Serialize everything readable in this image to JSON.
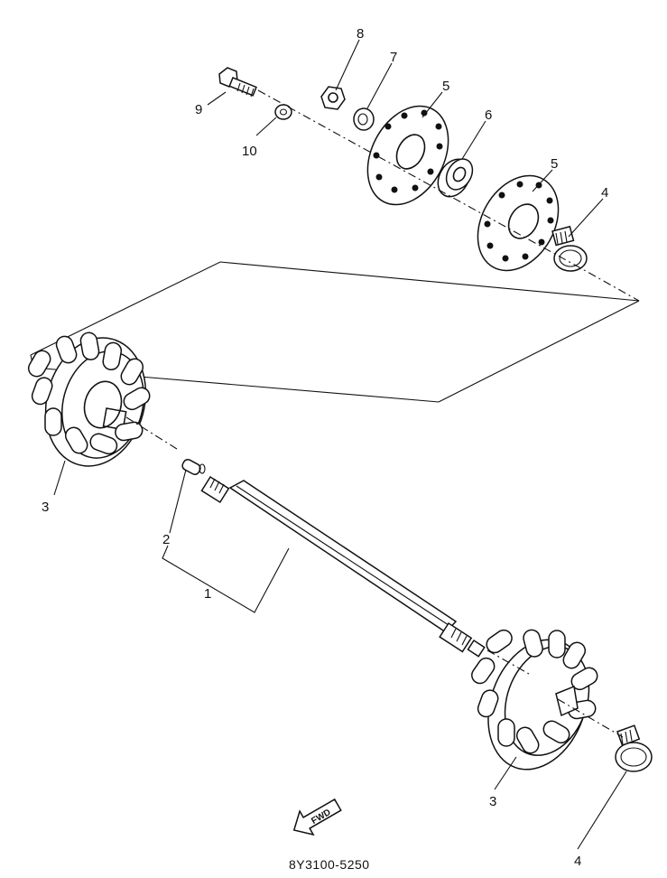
{
  "callouts": {
    "n1": "1",
    "n2": "2",
    "n3a": "3",
    "n3b": "3",
    "n4a": "4",
    "n4b": "4",
    "n5a": "5",
    "n5b": "5",
    "n6": "6",
    "n7": "7",
    "n8": "8",
    "n9": "9",
    "n10": "10"
  },
  "fwd_arrow_text": "FWD",
  "drawing_code": "8Y3100-5250"
}
